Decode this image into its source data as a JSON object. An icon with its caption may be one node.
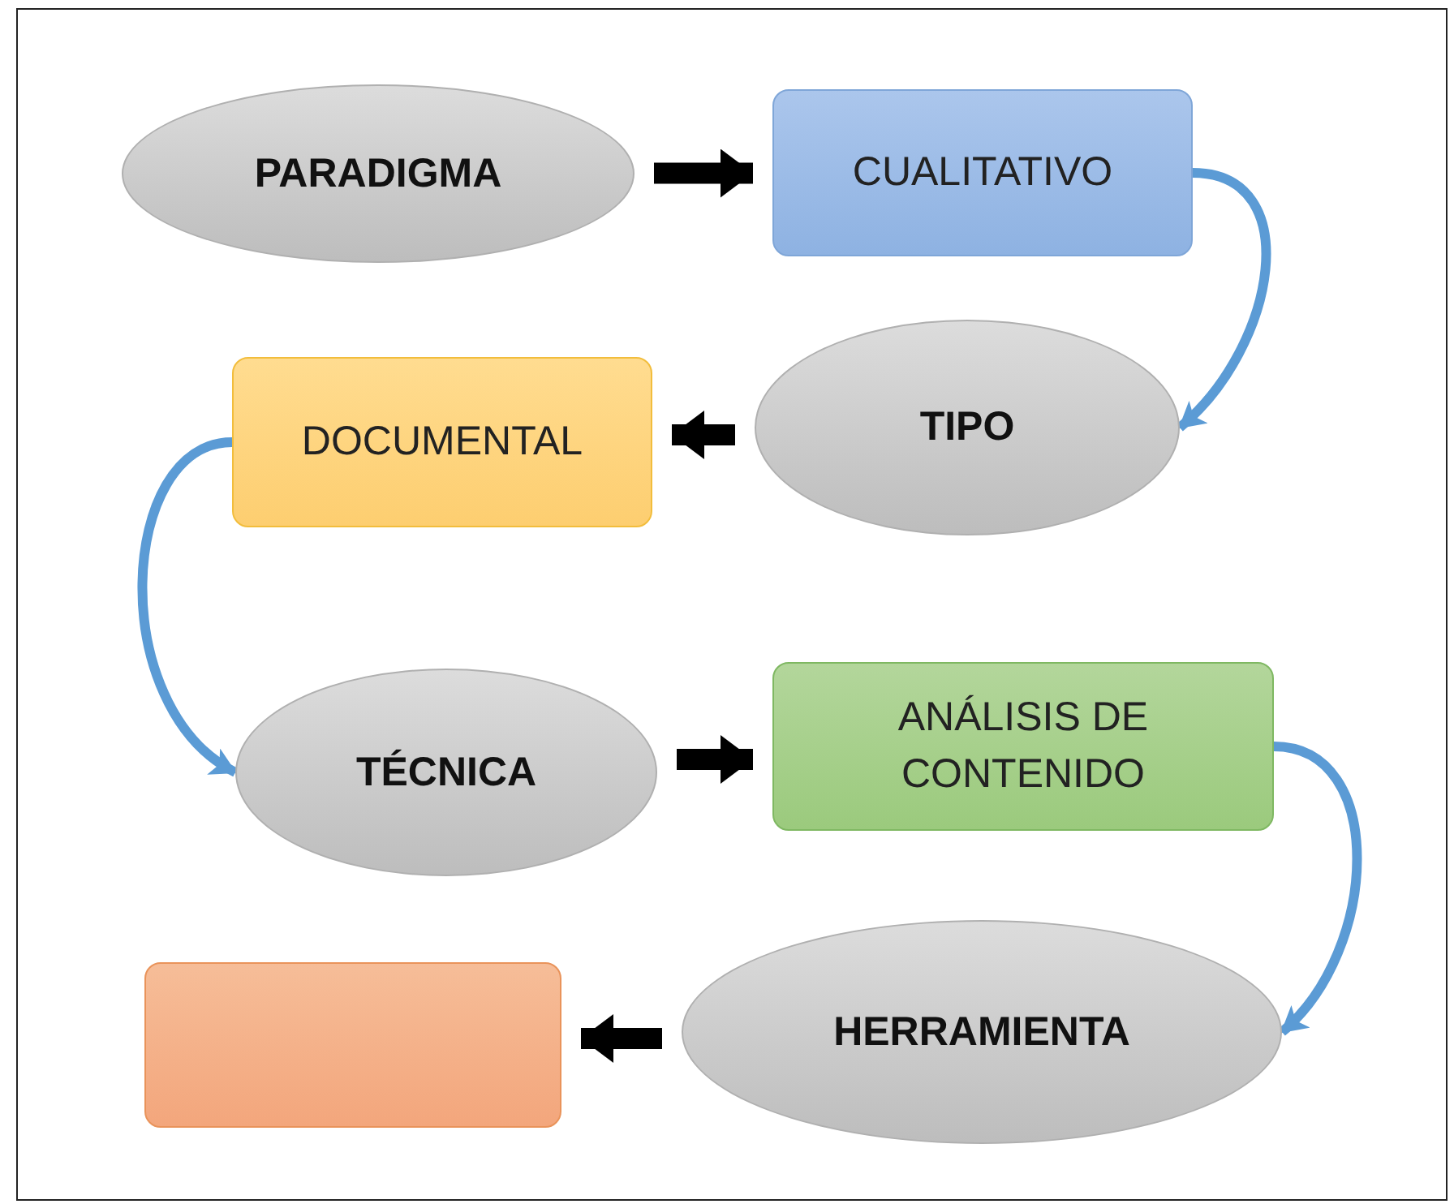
{
  "diagram": {
    "nodes": [
      {
        "text": [
          "PARADIGMA"
        ]
      },
      {
        "text": [
          "CUALITATIVO"
        ]
      },
      {
        "text": [
          "TIPO"
        ]
      },
      {
        "text": [
          "DOCUMENTAL"
        ]
      },
      {
        "text": [
          "TÉCNICA"
        ]
      },
      {
        "text": [
          "ANÁLISIS DE CONTENIDO"
        ]
      },
      {
        "text": [
          "HERRAMIENTA"
        ]
      },
      {
        "text": [],
        "shape": "box"
      }
    ],
    "edges": [
      {
        "from": 0,
        "to": 1,
        "arrow": "to"
      },
      {
        "from": 1,
        "to": 2,
        "arrow": "to",
        "color": "#5b9bd5"
      },
      {
        "from": 2,
        "to": 3,
        "arrow": "to"
      },
      {
        "from": 3,
        "to": 4,
        "arrow": "to",
        "color": "#5b9bd5"
      },
      {
        "from": 4,
        "to": 5,
        "arrow": "to"
      },
      {
        "from": 5,
        "to": 6,
        "arrow": "to",
        "color": "#5b9bd5"
      },
      {
        "from": 6,
        "to": 7,
        "arrow": "to"
      }
    ]
  }
}
